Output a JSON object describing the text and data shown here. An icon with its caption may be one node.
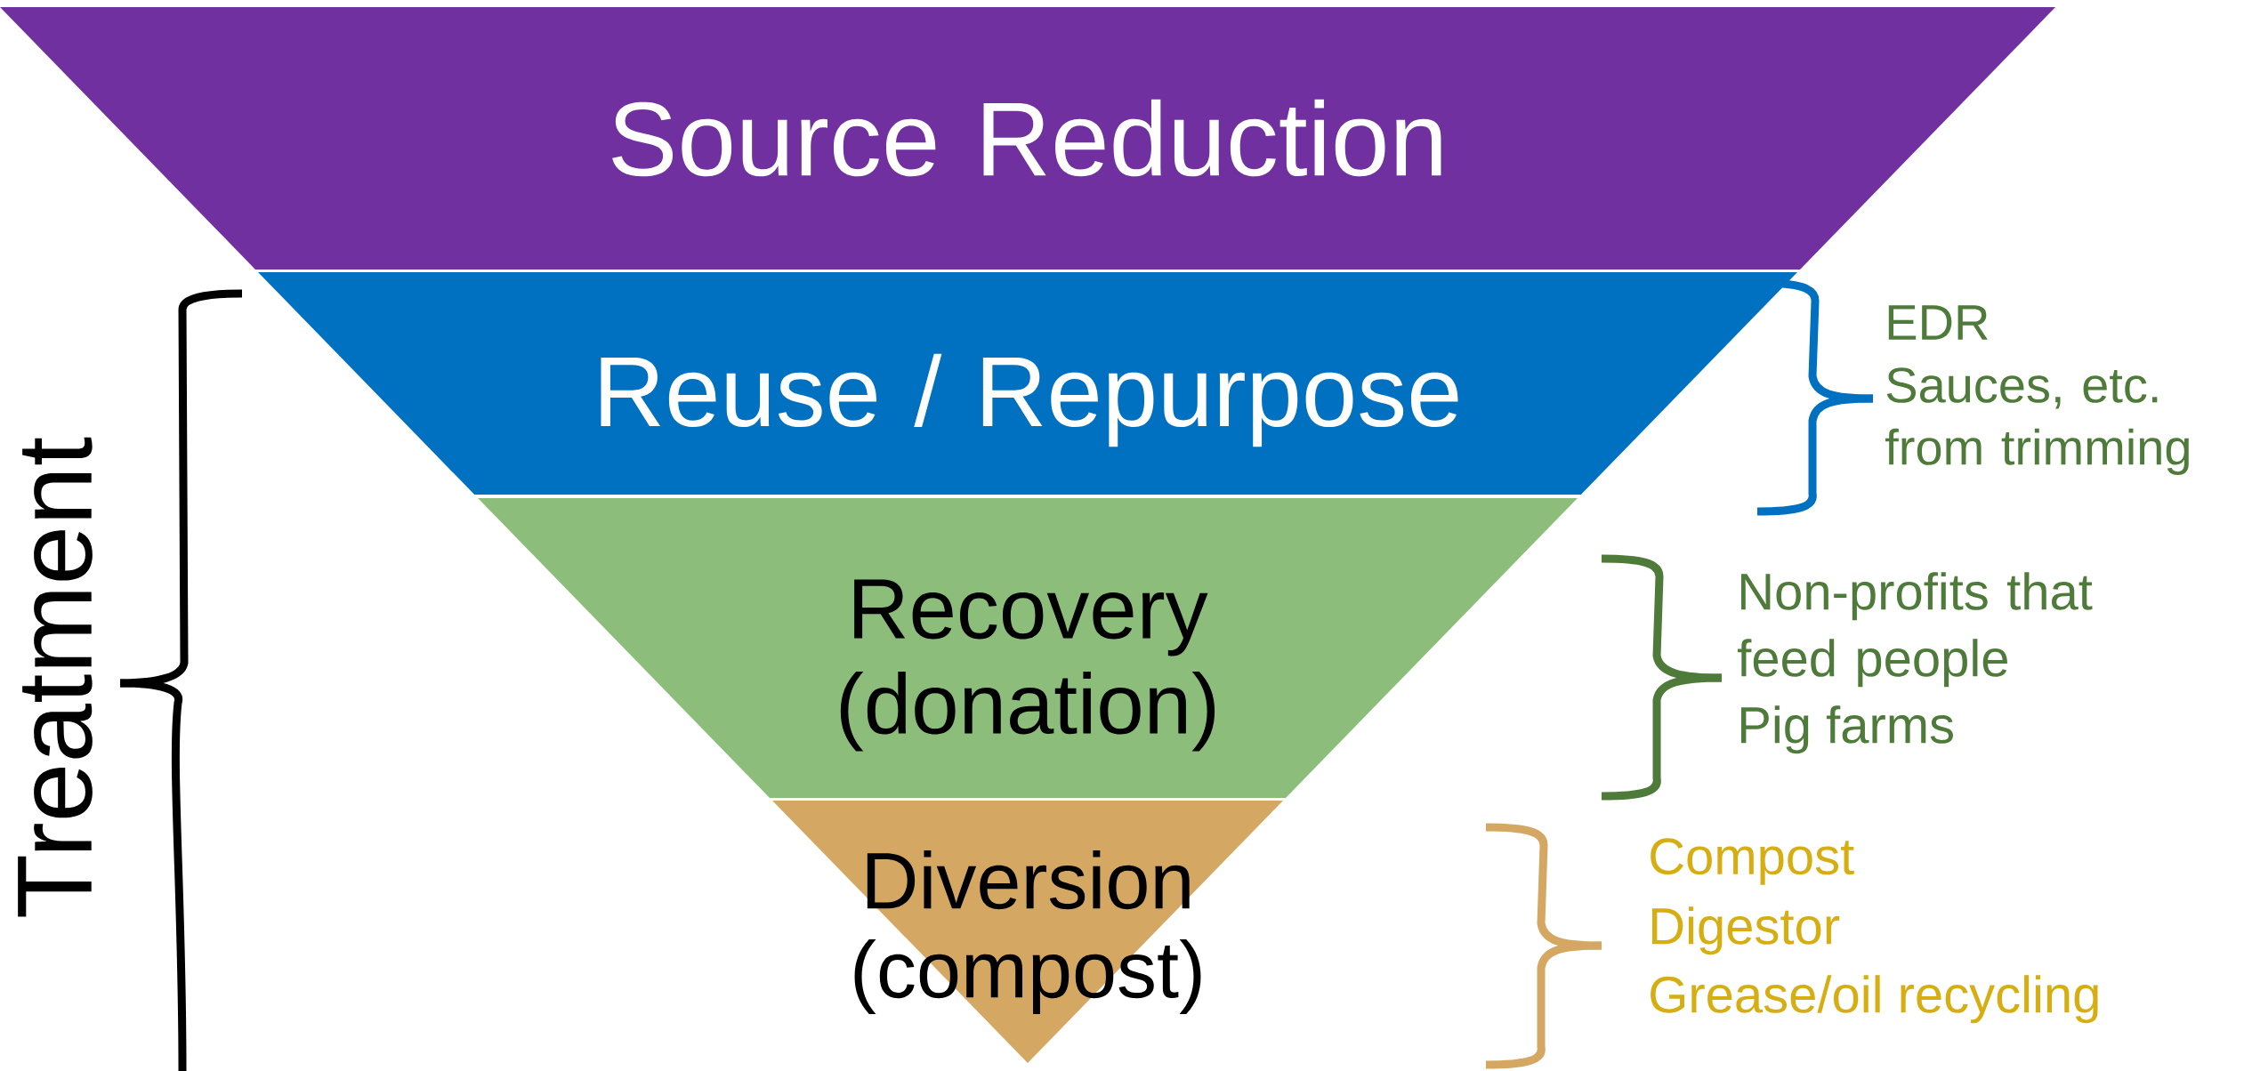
{
  "diagram": {
    "nodes": [
      {
        "text": [
          "Source Reduction"
        ]
      },
      {
        "text": [
          "Reuse / Repurpose"
        ],
        "beside": [
          "EDR",
          "Sauces, etc. from trimming"
        ]
      },
      {
        "text": [
          "Recovery (donation)"
        ],
        "beside": [
          "Non-profits that feed people",
          "Pig farms"
        ]
      },
      {
        "text": [
          "Diversion (compost)"
        ],
        "beside": [
          "Compost",
          "Digestor",
          "Grease/oil recycling"
        ]
      }
    ],
    "labels": [
      "Treatment"
    ]
  }
}
